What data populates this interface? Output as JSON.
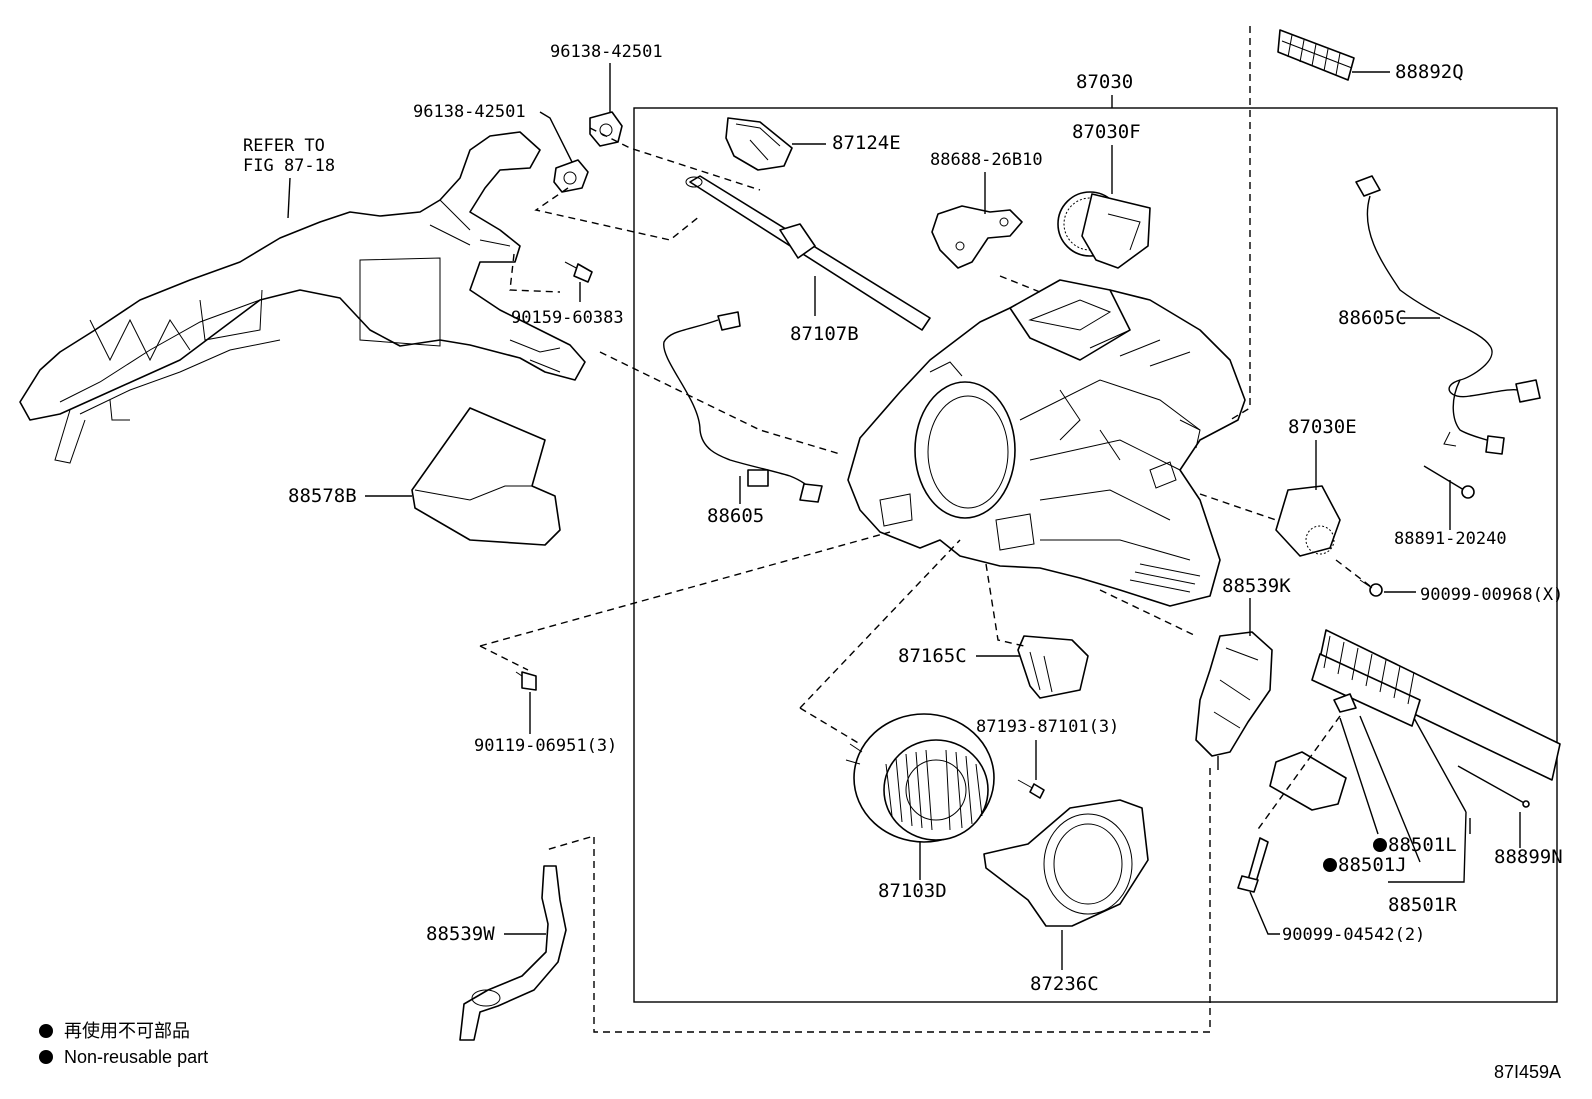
{
  "diagram_code": "87I459A",
  "refer_to": [
    "REFER TO",
    "FIG 87-18"
  ],
  "legend": {
    "marker": "●",
    "line1": "再使用不可部品",
    "line2": "Non-reusable part"
  },
  "parts": {
    "p96138a": "96138-42501",
    "p96138b": "96138-42501",
    "p87030": "87030",
    "p87030f": "87030F",
    "p87124e": "87124E",
    "p88688": "88688-26B10",
    "p88892q": "88892Q",
    "p90159": "90159-60383",
    "p87107b": "87107B",
    "p88605c": "88605C",
    "p88578b": "88578B",
    "p88605": "88605",
    "p87030e": "87030E",
    "p88891": "88891-20240",
    "p90099x": "90099-00968(X)",
    "p88539k": "88539K",
    "p87165c": "87165C",
    "p90119": "90119-06951(3)",
    "p87193": "87193-87101(3)",
    "p88501l": "88501L",
    "p88899n": "88899N",
    "p88501j": "88501J",
    "p87103d": "87103D",
    "p88501r": "88501R",
    "p88539w": "88539W",
    "p90099b": "90099-04542(2)",
    "p87236c": "87236C"
  }
}
